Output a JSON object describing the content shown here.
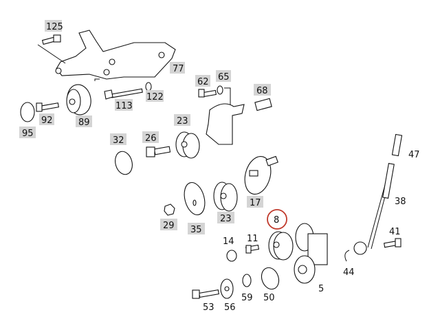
{
  "diagram": {
    "highlight_color": "#c0392b",
    "label_box_color": "#d4d4d4",
    "highlighted_part": "8",
    "labels": {
      "p125": "125",
      "p77": "77",
      "p62": "62",
      "p65": "65",
      "p68": "68",
      "p122": "122",
      "p113": "113",
      "p92": "92",
      "p89": "89",
      "p95": "95",
      "p23a": "23",
      "p32": "32",
      "p26": "26",
      "p17": "17",
      "p29": "29",
      "p35": "35",
      "p23b": "23",
      "p8": "8",
      "p47": "47",
      "p38": "38",
      "p41": "41",
      "p14": "14",
      "p11": "11",
      "p44": "44",
      "p5": "5",
      "p53": "53",
      "p56": "56",
      "p59": "59",
      "p50": "50"
    }
  }
}
